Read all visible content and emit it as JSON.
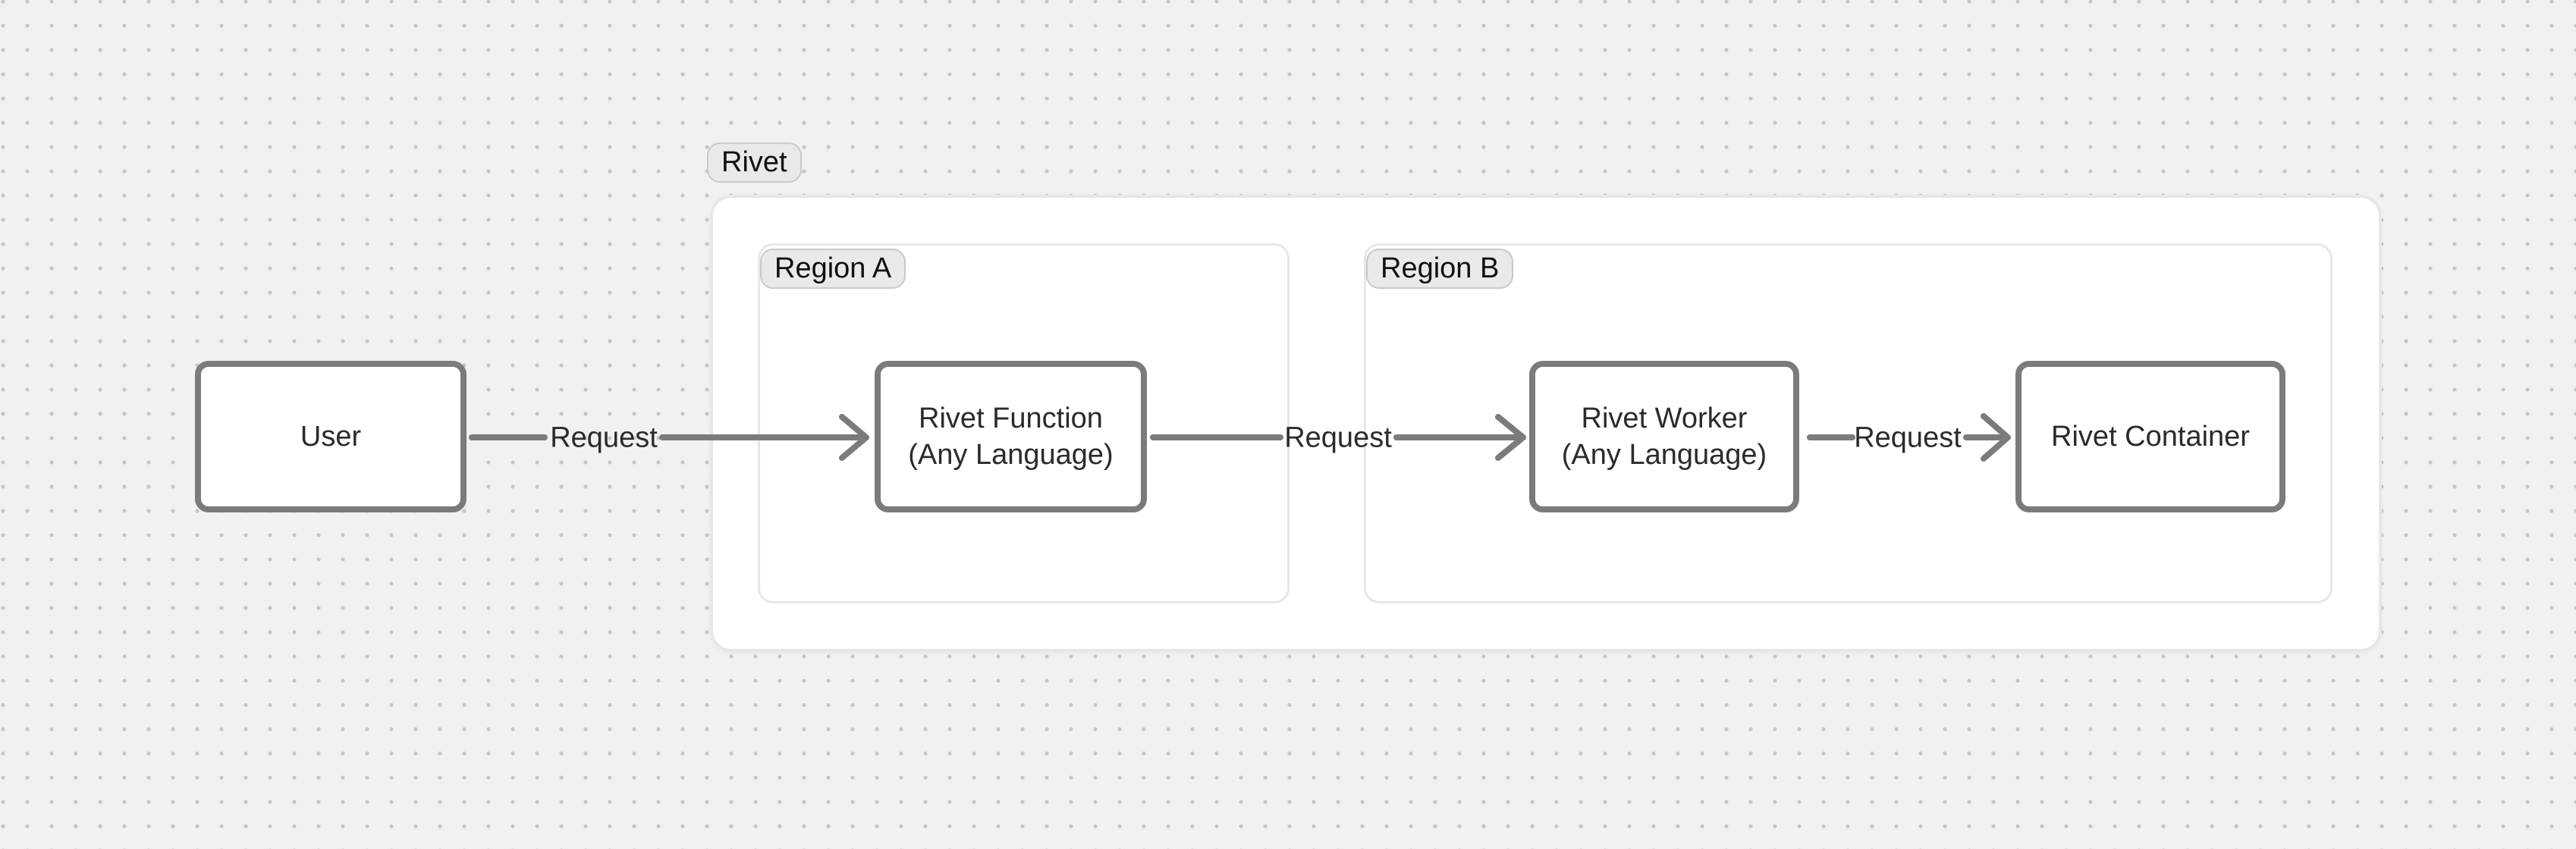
{
  "colors": {
    "page-bg": "#f1f1ef",
    "dot": "#c6c6c4",
    "node-border": "#7b7b7b",
    "node-fill": "#ffffff",
    "node-text": "#2b2b2b",
    "container-fill": "#ffffff",
    "container-border": "#e7e7e5",
    "pill-fill": "#e9e9e7",
    "pill-border": "#c9c9c7",
    "pill-text": "#111111",
    "arrow": "#7b7b7b",
    "edge-text": "#2b2b2b"
  },
  "diagram": {
    "container": {
      "label": "Rivet"
    },
    "regions": [
      {
        "label": "Region A"
      },
      {
        "label": "Region B"
      }
    ],
    "nodes": [
      {
        "label": "User"
      },
      {
        "label": "Rivet Function",
        "sublabel": "(Any Language)"
      },
      {
        "label": "Rivet Worker",
        "sublabel": "(Any Language)"
      },
      {
        "label": "Rivet Container"
      }
    ],
    "edges": [
      {
        "label": "Request"
      },
      {
        "label": "Request"
      },
      {
        "label": "Request"
      }
    ]
  }
}
